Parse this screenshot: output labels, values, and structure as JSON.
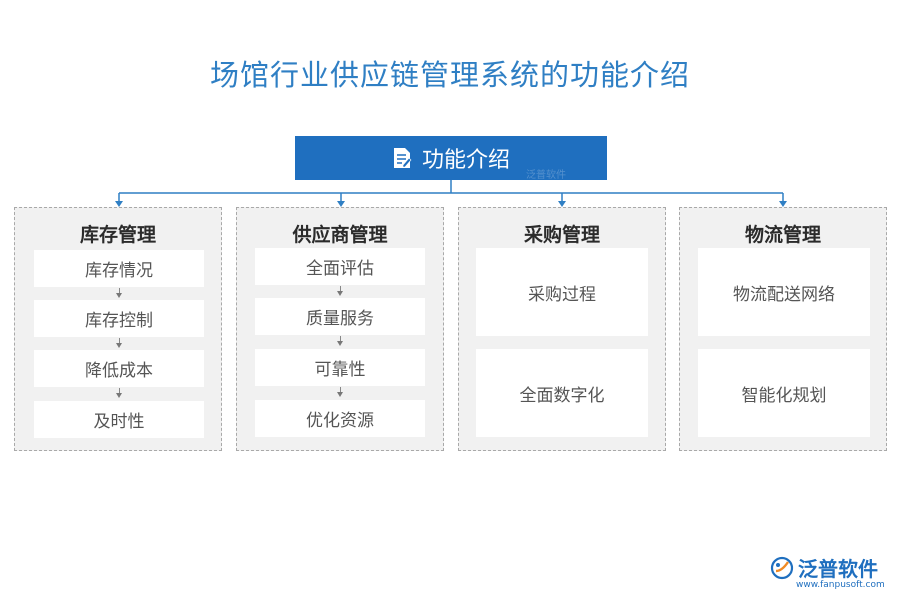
{
  "title": "场馆行业供应链管理系统的功能介绍",
  "header": {
    "label": "功能介绍",
    "icon": "document-edit-icon"
  },
  "watermark": "泛普软件",
  "columns": [
    {
      "title": "库存管理",
      "items": [
        "库存情况",
        "库存控制",
        "降低成本",
        "及时性"
      ]
    },
    {
      "title": "供应商管理",
      "items": [
        "全面评估",
        "质量服务",
        "可靠性",
        "优化资源"
      ]
    },
    {
      "title": "采购管理",
      "items": [
        "采购过程",
        "全面数字化"
      ]
    },
    {
      "title": "物流管理",
      "items": [
        "物流配送网络",
        "智能化规划"
      ]
    }
  ],
  "logo": {
    "name": "泛普软件",
    "url": "www.fanpusoft.com",
    "icon": "fanpu-logo-icon"
  },
  "colors": {
    "accent": "#1f6fbf",
    "title": "#2f7fc4",
    "panel": "#f1f1f1"
  }
}
